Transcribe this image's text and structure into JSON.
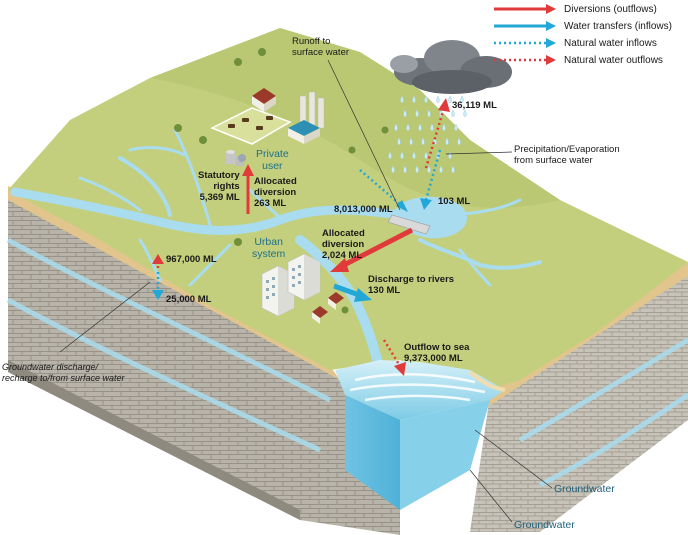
{
  "legend": [
    {
      "label": "Diversions (outflows)",
      "color": "#e03a3a",
      "style": "solid"
    },
    {
      "label": "Water transfers (inflows)",
      "color": "#21a8d6",
      "style": "solid"
    },
    {
      "label": "Natural water inflows",
      "color": "#21a8d6",
      "style": "dotted"
    },
    {
      "label": "Natural water outflows",
      "color": "#e03a3a",
      "style": "dotted"
    }
  ],
  "labels": {
    "runoff": "Runoff to\nsurface water",
    "evap_value": "36,119 ML",
    "precip_evap": "Precipitation/Evaporation\nfrom surface water",
    "precip_value": "103 ML",
    "private_user": "Private\nuser",
    "statutory": "Statutory\nrights\n5,369 ML",
    "alloc_private": "Allocated\ndiversion\n263 ML",
    "runoff_value": "8,013,000 ML",
    "alloc_urban": "Allocated\ndiversion\n2,024 ML",
    "urban_system": "Urban\nsystem",
    "discharge_rivers": "Discharge to rivers\n130 ML",
    "gw_discharge_value": "967,000 ML",
    "gw_recharge_value": "25,000 ML",
    "gw_caption": "Groundwater discharge/\nrecharge to/from surface water",
    "outflow_sea": "Outflow to sea\n9,373,000 ML",
    "groundwater_1": "Groundwater",
    "groundwater_2": "Groundwater"
  },
  "colors": {
    "grass": "#c3cf7c",
    "grass_dark": "#a9b964",
    "soil": "#e2c58c",
    "rock": "#b7b2a7",
    "rock_dark": "#8f8a80",
    "water": "#a8dcee",
    "water_dark": "#5fb9dc",
    "diversion": "#e03a3a",
    "transfer": "#21a8d6"
  }
}
